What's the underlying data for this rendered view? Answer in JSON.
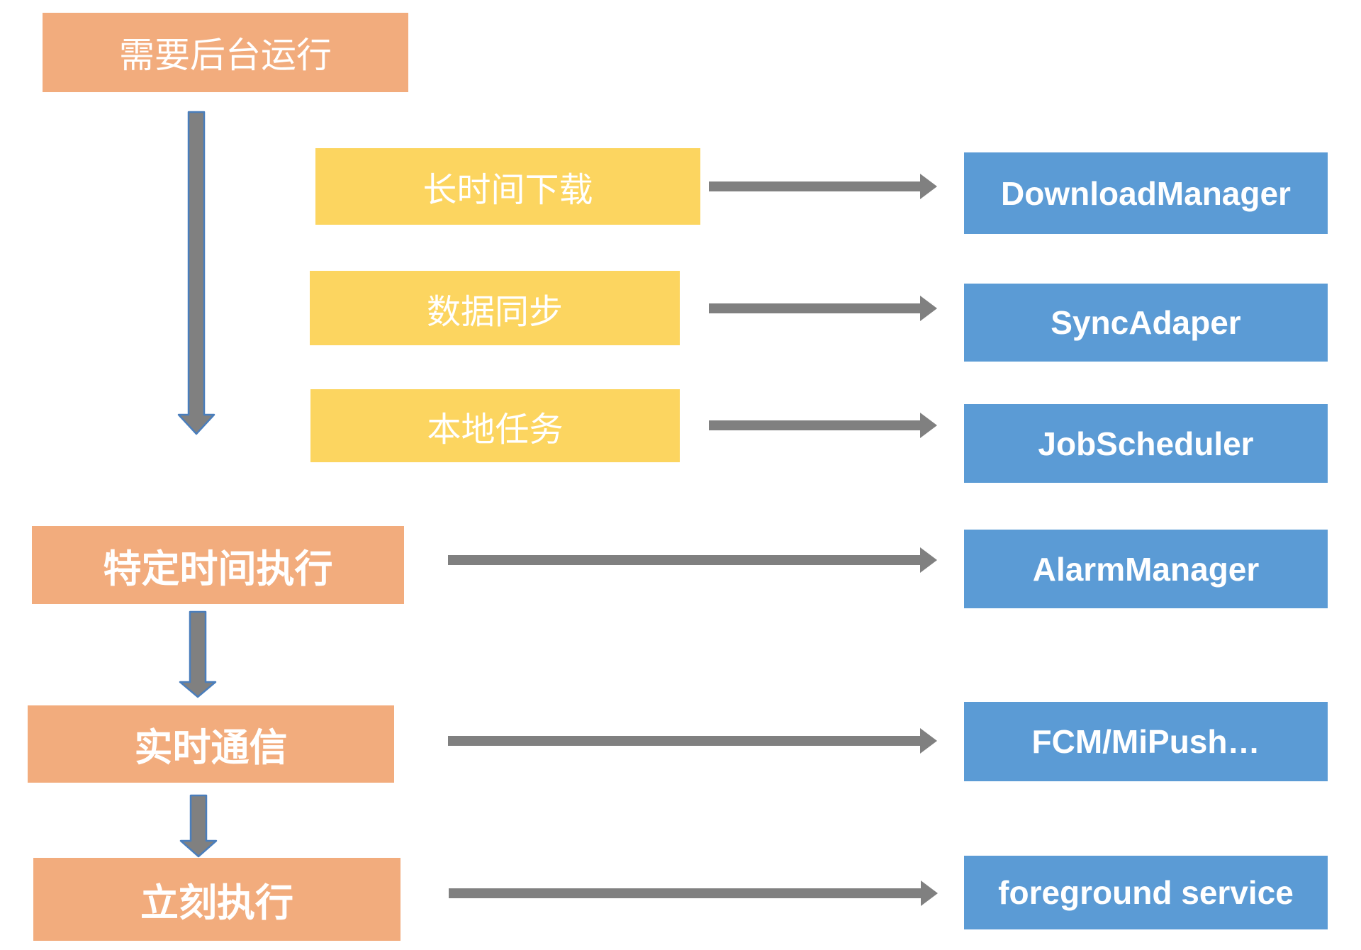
{
  "colors": {
    "orange": "#F2AC7D",
    "yellow": "#FCD560",
    "blue": "#5B9BD5",
    "arrow-gray": "#808080",
    "arrow-outline": "#4A7EBC",
    "text": "#FFFFFF",
    "background": "#FFFFFF"
  },
  "nodes": {
    "need_background": "需要后台运行",
    "long_download": "长时间下载",
    "data_sync": "数据同步",
    "local_task": "本地任务",
    "scheduled_time": "特定时间执行",
    "realtime_comm": "实时通信",
    "immediate": "立刻执行",
    "download_manager": "DownloadManager",
    "sync_adapter": "SyncAdaper",
    "job_scheduler": "JobScheduler",
    "alarm_manager": "AlarmManager",
    "push_services": "FCM/MiPush…",
    "foreground_service": "foreground service"
  },
  "edges": [
    {
      "from": "需要后台运行",
      "to": "特定时间执行",
      "direction": "down"
    },
    {
      "from": "特定时间执行",
      "to": "实时通信",
      "direction": "down"
    },
    {
      "from": "实时通信",
      "to": "立刻执行",
      "direction": "down"
    },
    {
      "from": "长时间下载",
      "to": "DownloadManager",
      "direction": "right"
    },
    {
      "from": "数据同步",
      "to": "SyncAdaper",
      "direction": "right"
    },
    {
      "from": "本地任务",
      "to": "JobScheduler",
      "direction": "right"
    },
    {
      "from": "特定时间执行",
      "to": "AlarmManager",
      "direction": "right"
    },
    {
      "from": "实时通信",
      "to": "FCM/MiPush…",
      "direction": "right"
    },
    {
      "from": "立刻执行",
      "to": "foreground service",
      "direction": "right"
    }
  ]
}
